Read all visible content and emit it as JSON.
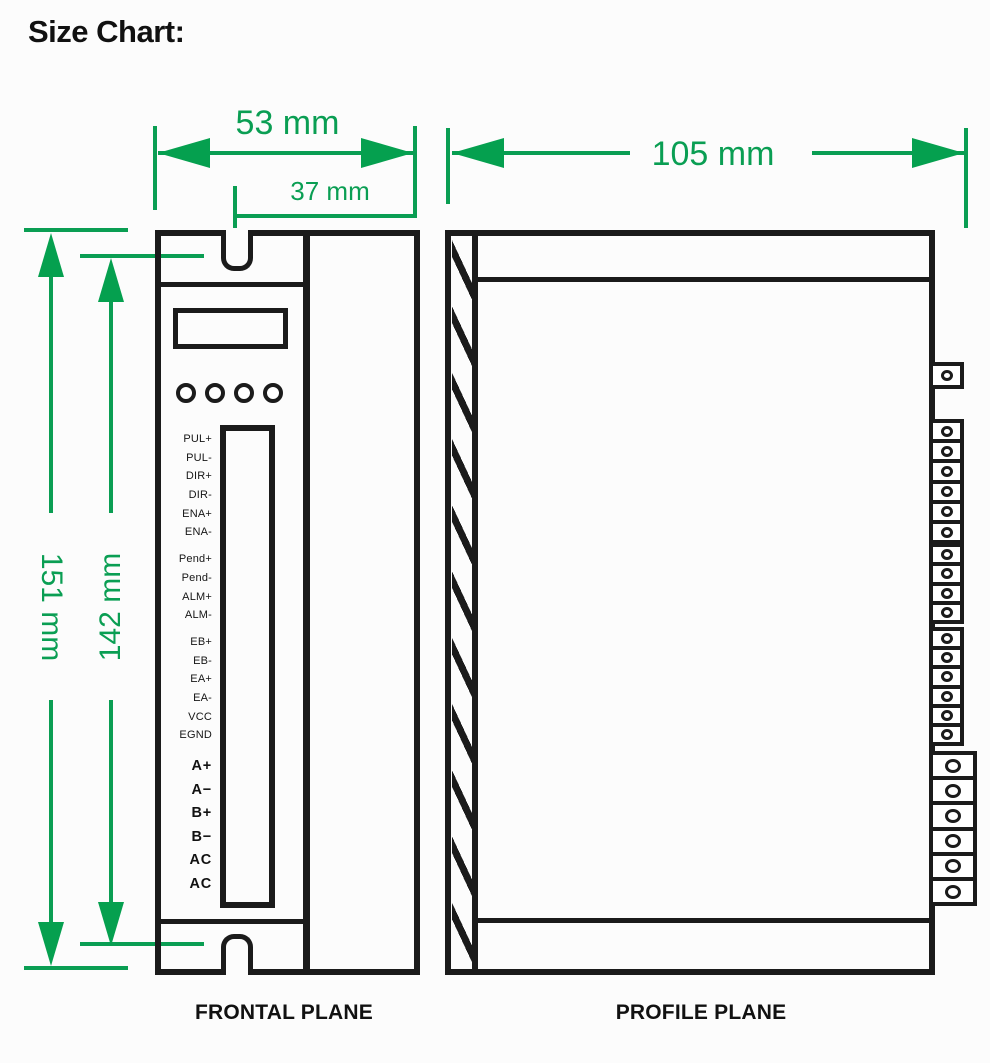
{
  "title": "Size Chart:",
  "colors": {
    "dimension_green": "#0a9e53",
    "line_black": "#1b1b1b",
    "background": "#fcfcfc"
  },
  "dimensions": {
    "front_width": "53 mm",
    "notch_offset": "37 mm",
    "profile_depth": "105 mm",
    "overall_height": "151 mm",
    "mounting_height": "142 mm"
  },
  "front_view": {
    "caption": "FRONTAL PLANE",
    "signal_label_groups": [
      [
        "PUL+",
        "PUL-",
        "DIR+",
        "DIR-",
        "ENA+",
        "ENA-"
      ],
      [
        "Pend+",
        "Pend-",
        "ALM+",
        "ALM-"
      ],
      [
        "EB+",
        "EB-",
        "EA+",
        "EA-",
        "VCC",
        "EGND"
      ]
    ],
    "power_labels": [
      "A+",
      "A−",
      "B+",
      "B−",
      "AC",
      "AC"
    ],
    "button_count": 4
  },
  "profile_view": {
    "caption": "PROFILE PLANE",
    "terminal_groups": [
      {
        "count": 1,
        "size": "small"
      },
      {
        "count": 6,
        "size": "small"
      },
      {
        "count": 4,
        "size": "small"
      },
      {
        "count": 6,
        "size": "small"
      },
      {
        "count": 6,
        "size": "large"
      }
    ]
  }
}
